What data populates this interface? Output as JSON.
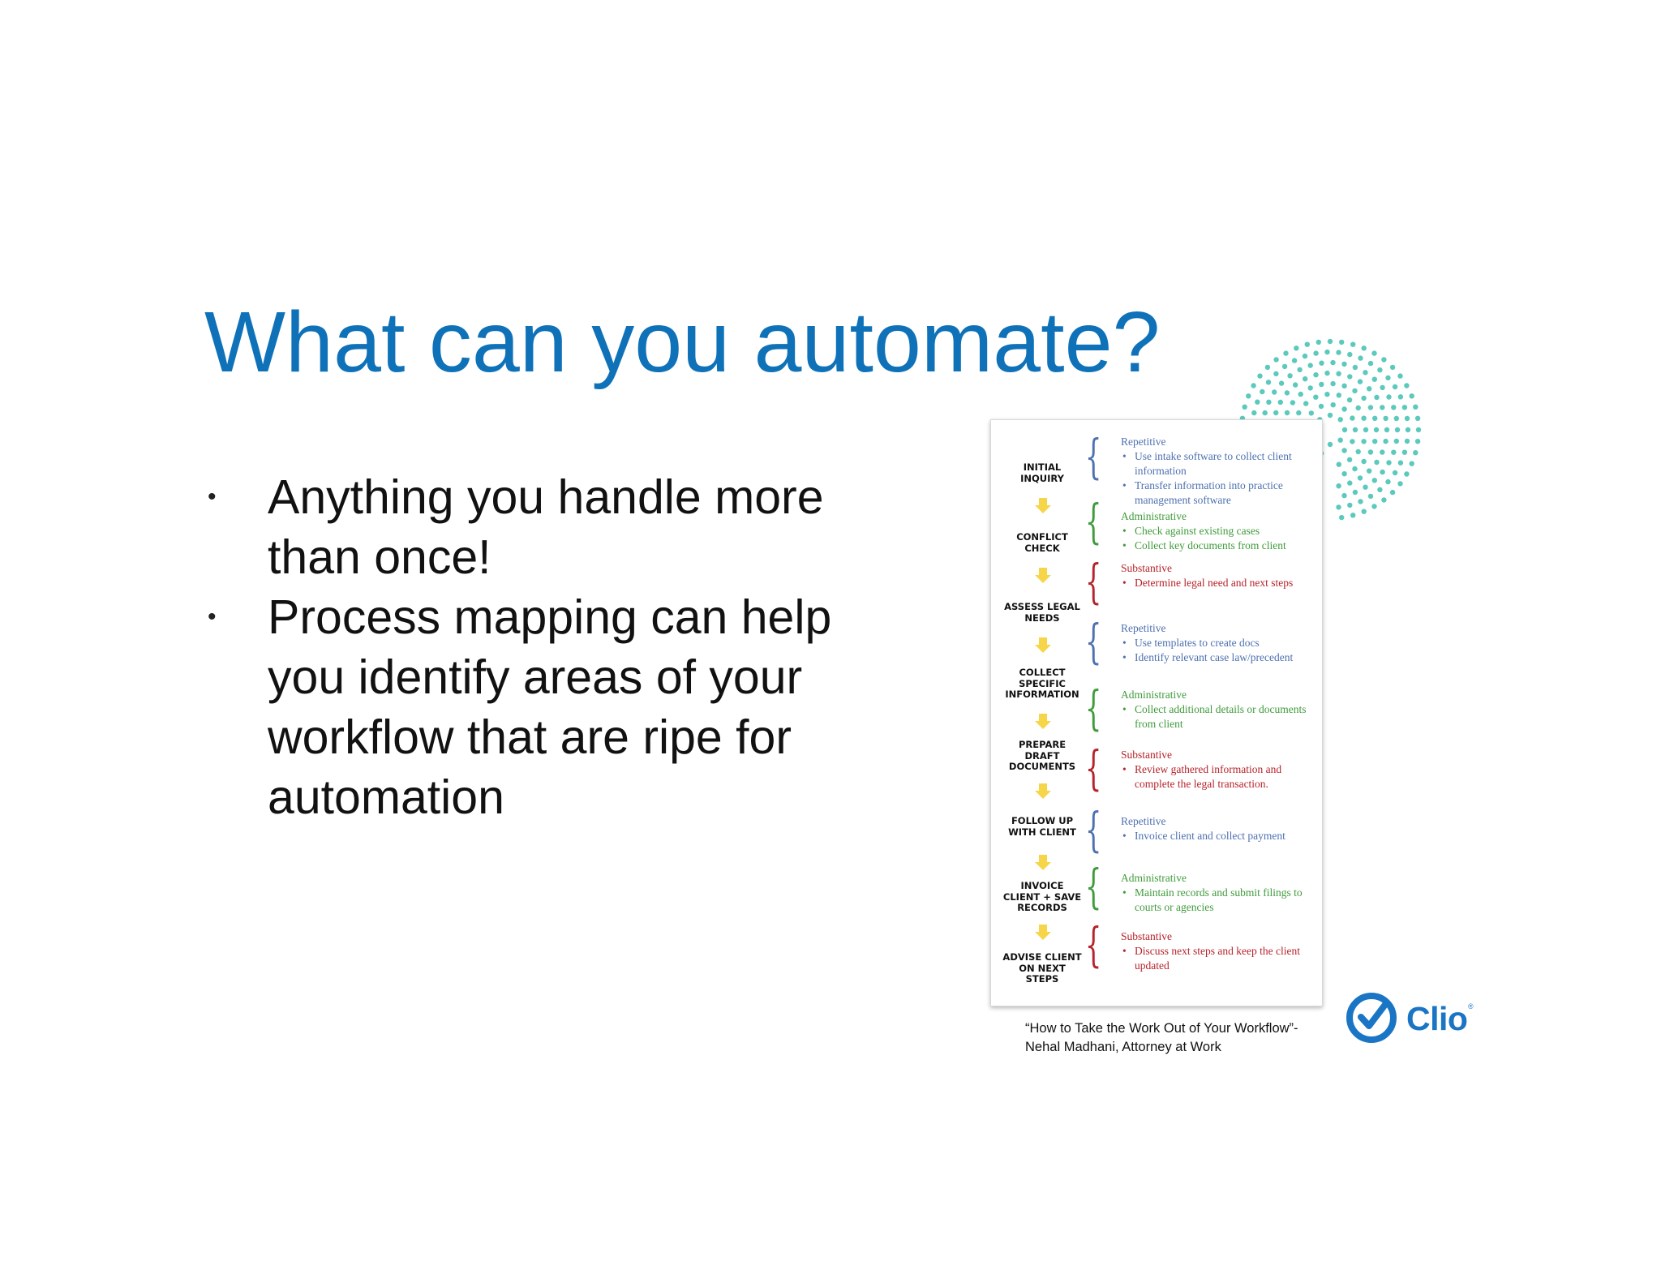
{
  "title": "What can you automate?",
  "bullets": [
    "Anything you handle more than once!",
    "Process mapping can help you identify areas of your workflow that are ripe for automation"
  ],
  "colors": {
    "title": "#0f72b9",
    "repetitive": "#4e71b0",
    "administrative": "#3f9b3b",
    "substantive": "#b6232b",
    "arrow": "#f7d548",
    "dots": "#5cc9bd",
    "logo": "#1a75c4"
  },
  "diagram": {
    "steps": [
      "INITIAL INQUIRY",
      "CONFLICT CHECK",
      "ASSESS LEGAL NEEDS",
      "COLLECT SPECIFIC INFORMATION",
      "PREPARE DRAFT DOCUMENTS",
      "FOLLOW UP WITH CLIENT",
      "INVOICE CLIENT + SAVE RECORDS",
      "ADVISE CLIENT ON NEXT STEPS"
    ],
    "groups": [
      {
        "label": "Repetitive",
        "items": [
          "Use intake software to collect client information",
          "Transfer information into practice management software"
        ]
      },
      {
        "label": "Administrative",
        "items": [
          "Check against existing cases",
          "Collect key documents from client"
        ]
      },
      {
        "label": "Substantive",
        "items": [
          "Determine legal need and next steps"
        ]
      },
      {
        "label": "Repetitive",
        "items": [
          "Use templates to create docs",
          "Identify relevant case law/precedent"
        ]
      },
      {
        "label": "Administrative",
        "items": [
          "Collect additional details or documents from client"
        ]
      },
      {
        "label": "Substantive",
        "items": [
          "Review gathered information and complete the legal transaction."
        ]
      },
      {
        "label": "Repetitive",
        "items": [
          "Invoice client and collect payment"
        ]
      },
      {
        "label": "Administrative",
        "items": [
          "Maintain records and submit filings to courts or agencies"
        ]
      },
      {
        "label": "Substantive",
        "items": [
          "Discuss next steps and keep the client updated"
        ]
      }
    ]
  },
  "caption": {
    "line1": "“How to Take the Work Out of Your Workflow”-",
    "line2": "Nehal Madhani, Attorney at Work"
  },
  "logo": {
    "text": "Clio",
    "mark": "®",
    "icon": "clio-check-icon"
  }
}
